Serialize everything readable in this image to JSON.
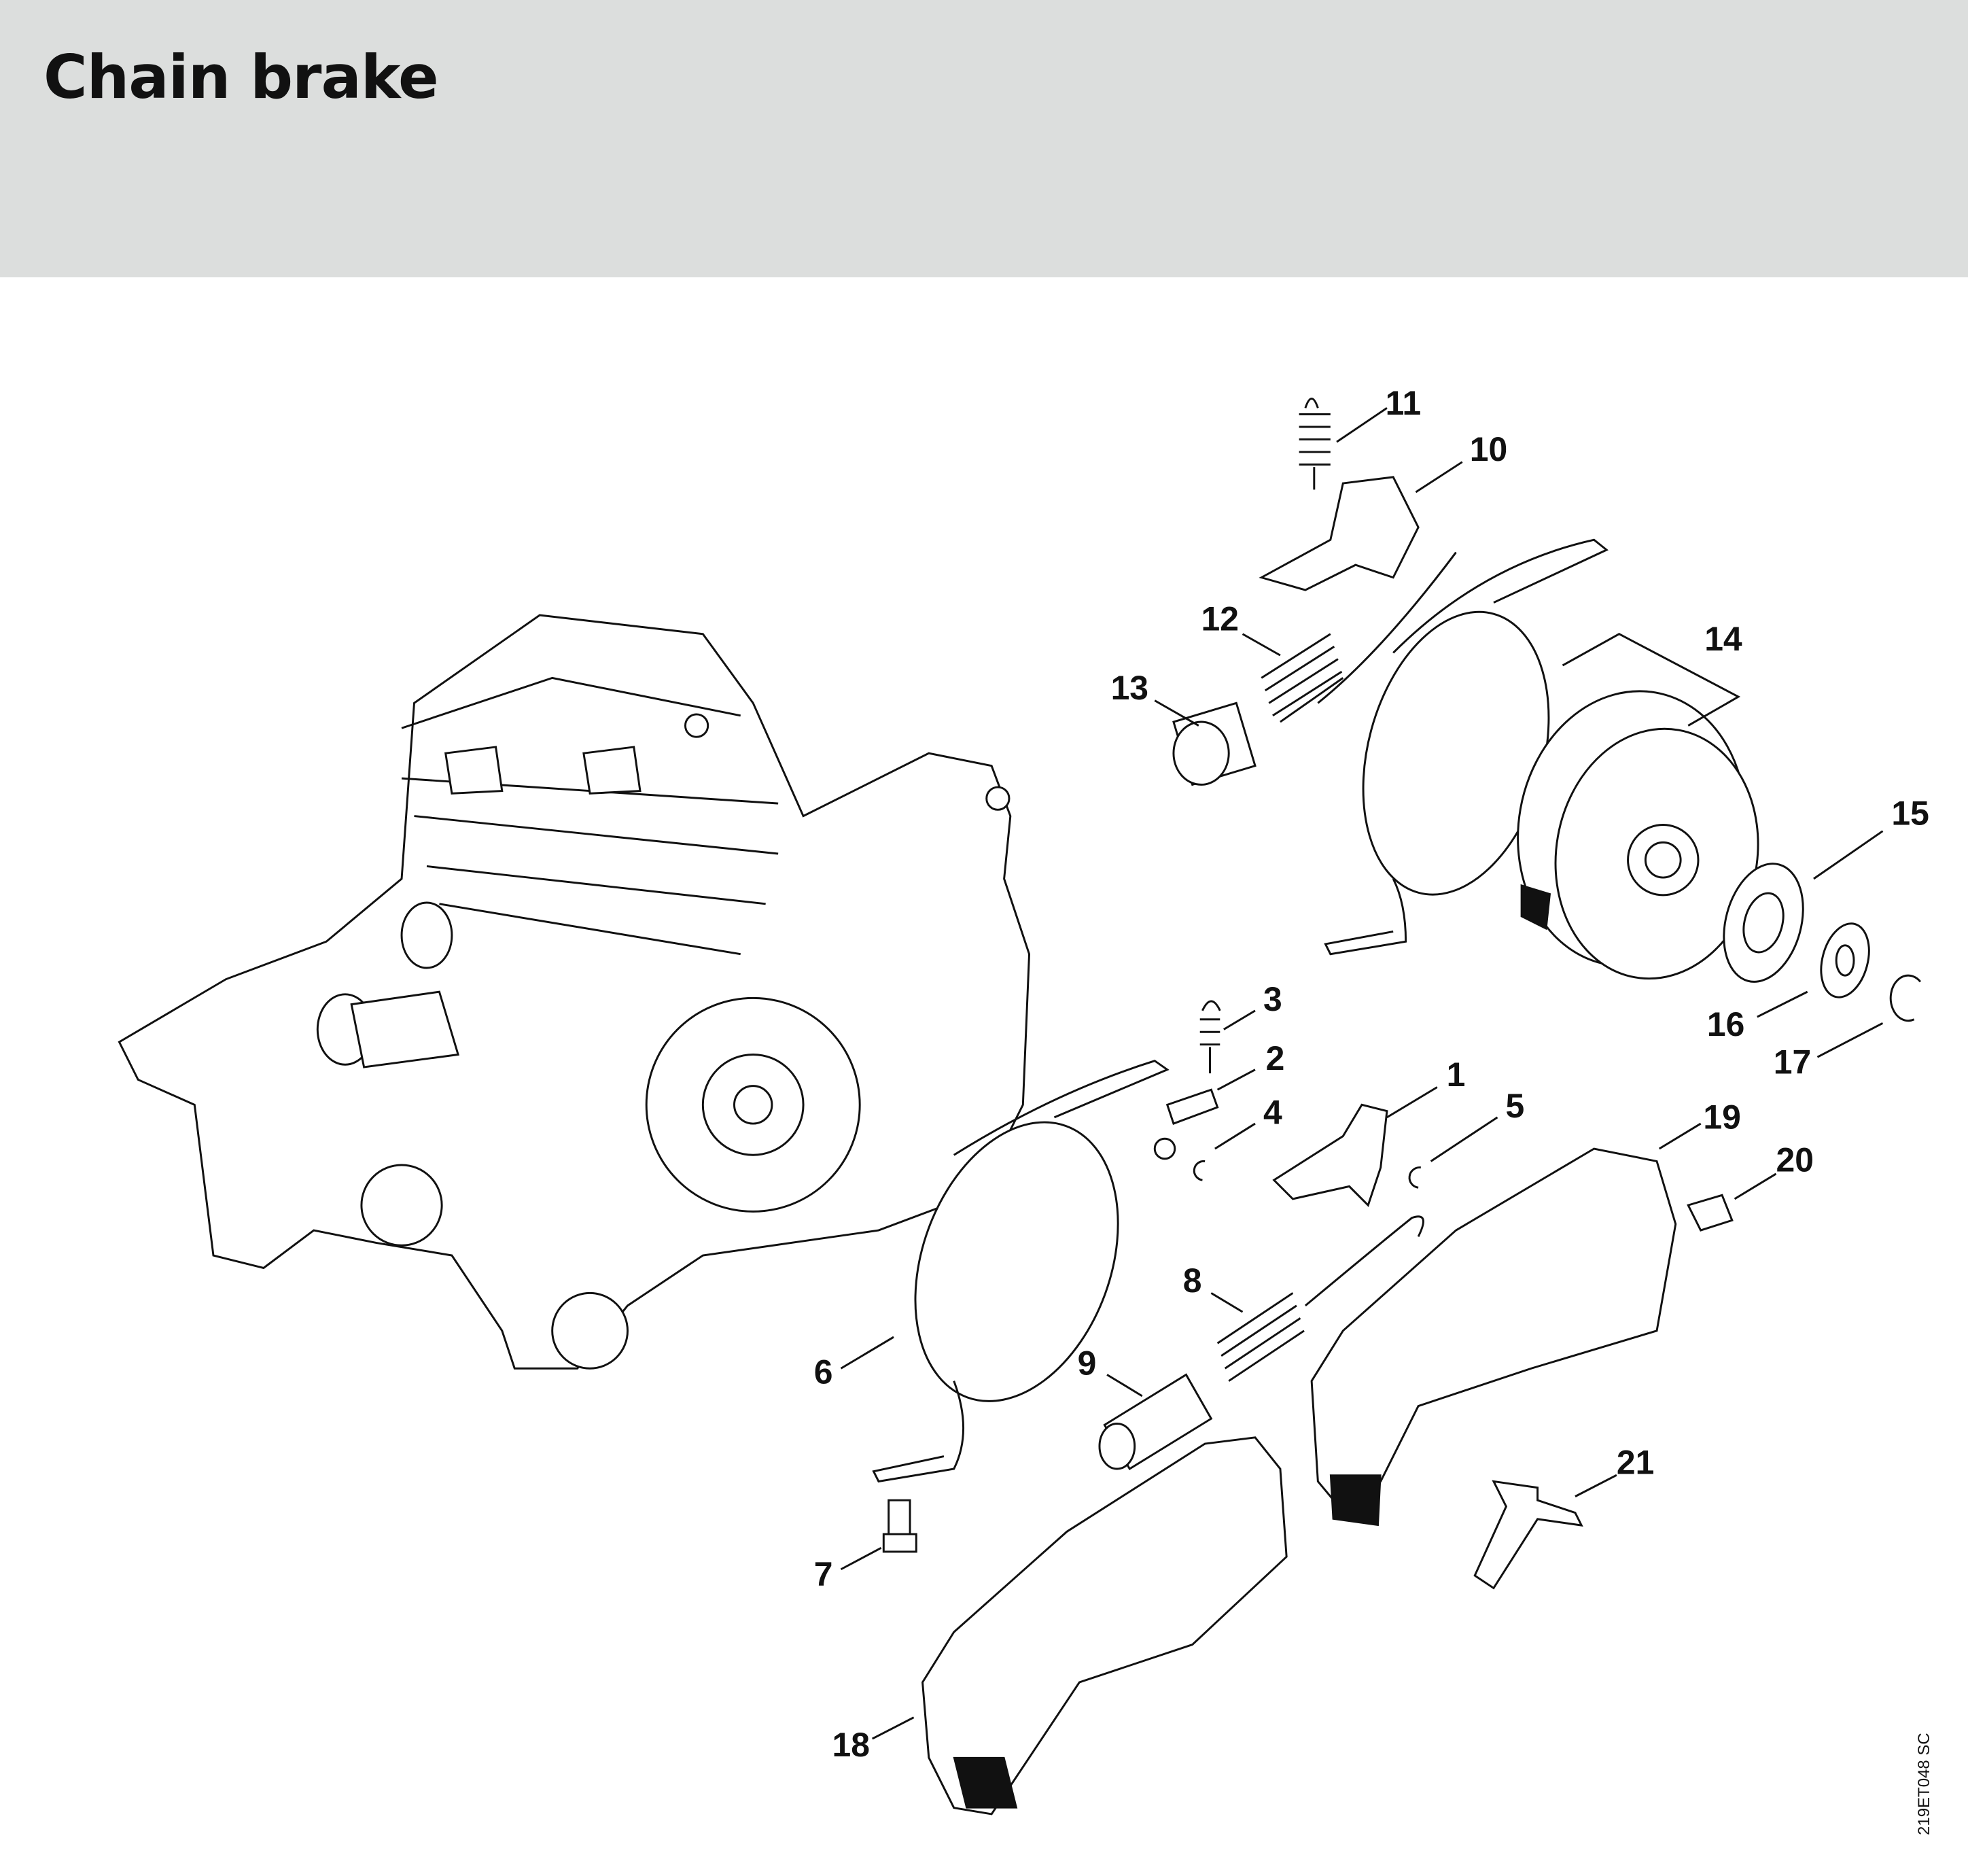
{
  "header": {
    "title": "Chain brake"
  },
  "diagram": {
    "part_labels": [
      "1",
      "2",
      "3",
      "4",
      "5",
      "6",
      "7",
      "8",
      "9",
      "10",
      "11",
      "12",
      "13",
      "14",
      "15",
      "16",
      "17",
      "18",
      "19",
      "20",
      "21"
    ],
    "drawing_code": "219ET048 SC"
  }
}
